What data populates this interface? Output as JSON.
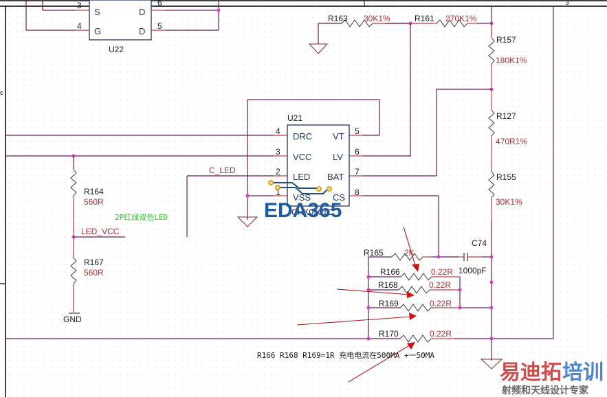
{
  "title_block": {
    "sheet_marker": "3"
  },
  "u22": {
    "ref": "U22",
    "pins": [
      {
        "num": "3",
        "name": "S"
      },
      {
        "num": "4",
        "name": "G"
      },
      {
        "num": "6",
        "name": "D"
      },
      {
        "num": "5",
        "name": "D"
      }
    ]
  },
  "u21": {
    "ref": "U21",
    "part": "CHK0501C",
    "pins_left": [
      {
        "num": "4",
        "name": "DRC"
      },
      {
        "num": "3",
        "name": "VCC"
      },
      {
        "num": "2",
        "name": "LED"
      },
      {
        "num": "1",
        "name": "VSS"
      }
    ],
    "pins_right": [
      {
        "num": "5",
        "name": "VT"
      },
      {
        "num": "6",
        "name": "LV"
      },
      {
        "num": "7",
        "name": "BAT"
      },
      {
        "num": "8",
        "name": "CS"
      }
    ]
  },
  "resistors": {
    "r163": {
      "ref": "R163",
      "value": "30K1%"
    },
    "r161": {
      "ref": "R161",
      "value": "270K1%"
    },
    "r157": {
      "ref": "R157",
      "value": "180K1%"
    },
    "r127": {
      "ref": "R127",
      "value": "470R1%"
    },
    "r155": {
      "ref": "R155",
      "value": "30K1%"
    },
    "r164": {
      "ref": "R164",
      "value": "560R"
    },
    "r167": {
      "ref": "R167",
      "value": "560R"
    },
    "r165": {
      "ref": "R165",
      "value": "2K"
    },
    "r166": {
      "ref": "R166",
      "value": "0.22R"
    },
    "r168": {
      "ref": "R168",
      "value": "0.22R"
    },
    "r169": {
      "ref": "R169",
      "value": "0.22R"
    },
    "r170": {
      "ref": "R170",
      "value": "0.22R"
    }
  },
  "capacitors": {
    "c74": {
      "ref": "C74",
      "value": "1000pF"
    }
  },
  "nets": {
    "c_led": "C_LED",
    "led_vcc": "LED_VCC",
    "gnd": "GND"
  },
  "annotations": {
    "led_note": "2P红绿双色LED",
    "current_note": "R166 R168 R169=1R 充电电流在500MA  +一50MA"
  },
  "watermarks": {
    "eda": "EDA365",
    "brand_red": "易迪拓",
    "brand_blue": "培训",
    "brand_sub": "射频和天线设计专家"
  },
  "colors": {
    "wire": "#6a1b5a",
    "junction": "#d040d0",
    "value_text": "#b03030",
    "arrow": "#d01010"
  }
}
